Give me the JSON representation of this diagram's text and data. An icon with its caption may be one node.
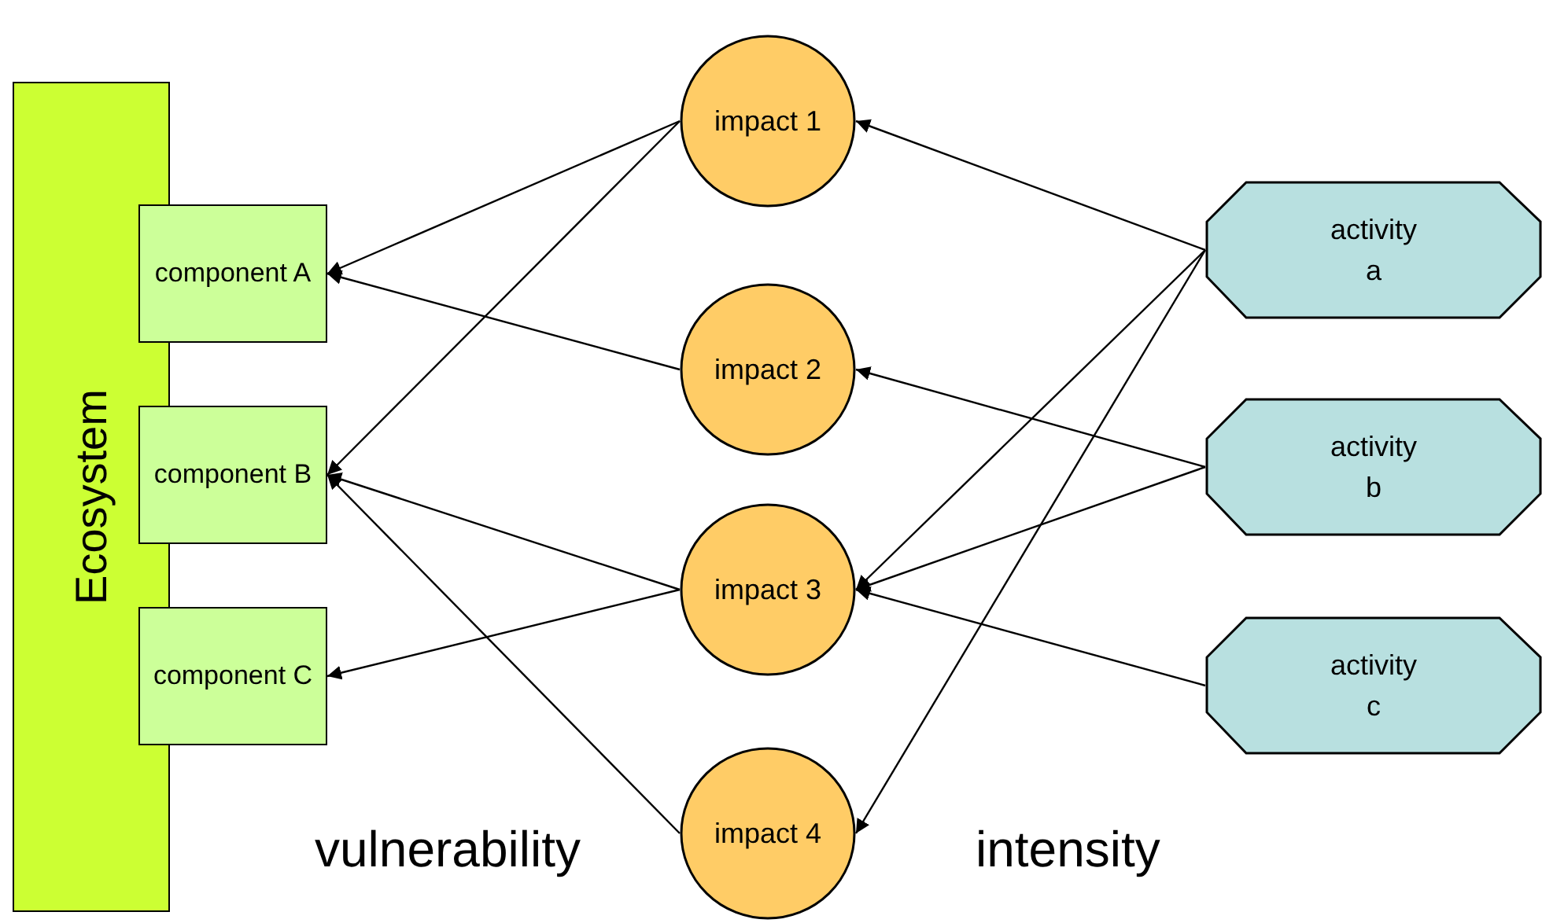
{
  "diagram": {
    "nodes": [
      {
        "text": [
          "Ecosystem"
        ]
      },
      {
        "text": [
          "component A"
        ]
      },
      {
        "text": [
          "component B"
        ]
      },
      {
        "text": [
          "component C"
        ]
      },
      {
        "text": [
          "impact 1"
        ]
      },
      {
        "text": [
          "impact 2"
        ]
      },
      {
        "text": [
          "impact 3"
        ]
      },
      {
        "text": [
          "impact 4"
        ]
      },
      {
        "text": [
          "activity a"
        ]
      },
      {
        "text": [
          "activity b"
        ]
      },
      {
        "text": [
          "activity c"
        ]
      }
    ],
    "edges": [
      {
        "from": 4,
        "to": 1,
        "arrow": "to"
      },
      {
        "from": 4,
        "to": 2,
        "arrow": "to"
      },
      {
        "from": 5,
        "to": 1,
        "arrow": "to"
      },
      {
        "from": 6,
        "to": 2,
        "arrow": "to"
      },
      {
        "from": 6,
        "to": 3,
        "arrow": "to"
      },
      {
        "from": 7,
        "to": 2,
        "arrow": "to"
      },
      {
        "from": 8,
        "to": 4,
        "arrow": "to"
      },
      {
        "from": 8,
        "to": 6,
        "arrow": "to"
      },
      {
        "from": 8,
        "to": 7,
        "arrow": "to"
      },
      {
        "from": 9,
        "to": 5,
        "arrow": "to"
      },
      {
        "from": 9,
        "to": 6,
        "arrow": "to"
      },
      {
        "from": 10,
        "to": 6,
        "arrow": "to"
      }
    ],
    "labels": [
      "vulnerability",
      "intensity"
    ]
  }
}
